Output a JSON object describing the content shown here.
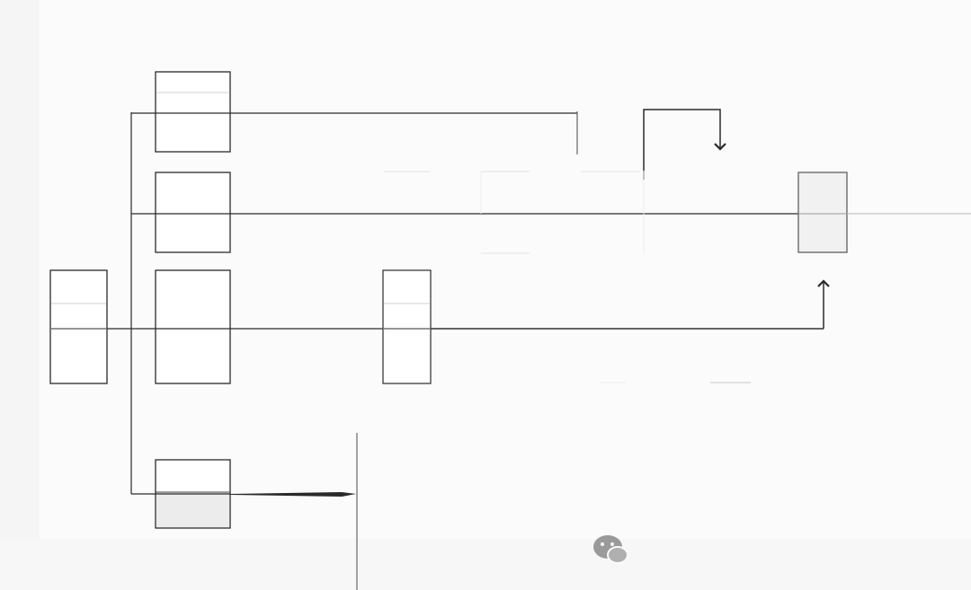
{
  "diagram": {
    "colors": {
      "background": "#fbfbfb",
      "line": "#2a2a2a",
      "box_fill": "#ffffff",
      "box_fill_shaded": "#ececec",
      "box_fill_gray": "#f1f1f1",
      "icon": "#9a9a9a"
    },
    "nodes": [
      {
        "id": "root"
      },
      {
        "id": "branch-1"
      },
      {
        "id": "branch-2"
      },
      {
        "id": "branch-3"
      },
      {
        "id": "branch-4"
      },
      {
        "id": "mid-3"
      },
      {
        "id": "output-2"
      }
    ],
    "icons": [
      "wechat-icon"
    ]
  }
}
